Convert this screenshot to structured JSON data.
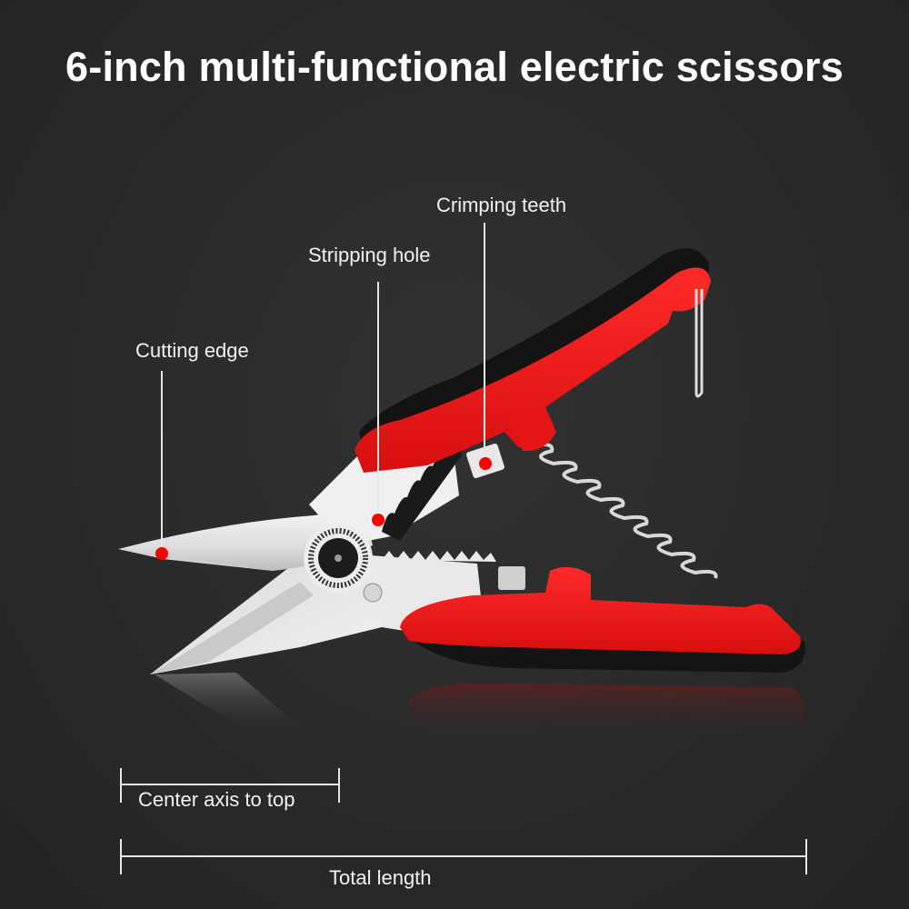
{
  "title": "6-inch multi-functional electric scissors",
  "annotations": [
    {
      "id": "cutting-edge",
      "label": "Cutting edge"
    },
    {
      "id": "stripping-hole",
      "label": "Stripping hole"
    },
    {
      "id": "crimping-teeth",
      "label": "Crimping teeth"
    }
  ],
  "dimensions": {
    "center_axis_to_top": "Center axis to top",
    "total_length": "Total length"
  },
  "colors": {
    "background": "#2b2b2b",
    "handle_red": "#f01c1c",
    "handle_black": "#151515",
    "blade_steel": "#e6e6e6",
    "marker_dot": "#ff0000",
    "text": "#ffffff"
  }
}
